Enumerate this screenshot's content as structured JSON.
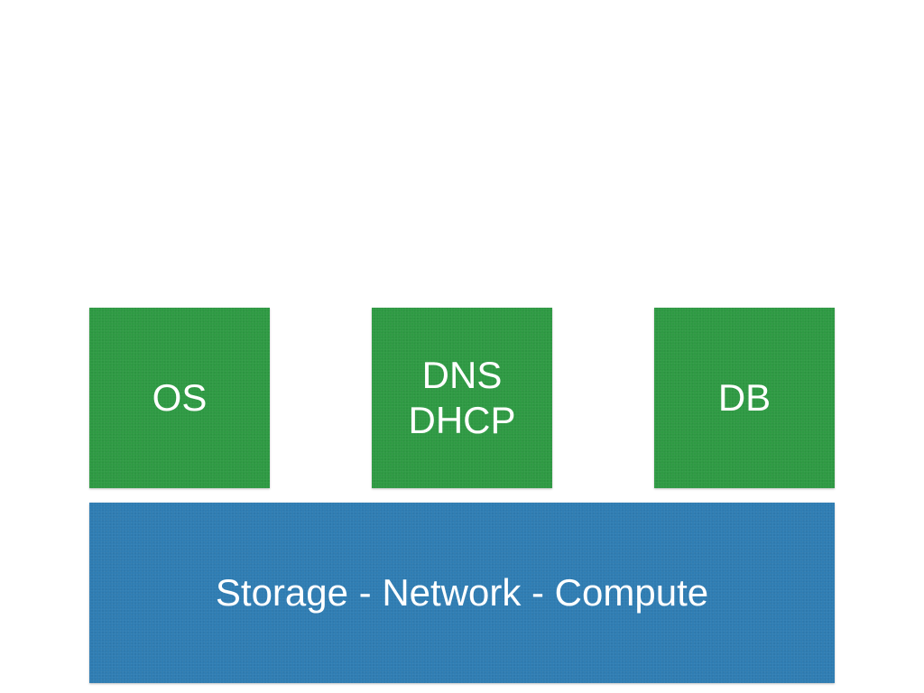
{
  "colors": {
    "service_box": "#2e9a43",
    "infrastructure_box": "#2f7db3",
    "text": "#ffffff",
    "background": "#ffffff"
  },
  "services": [
    {
      "lines": [
        "OS"
      ]
    },
    {
      "lines": [
        "DNS",
        "DHCP"
      ]
    },
    {
      "lines": [
        "DB"
      ]
    }
  ],
  "infrastructure": {
    "label": "Storage - Network - Compute"
  }
}
